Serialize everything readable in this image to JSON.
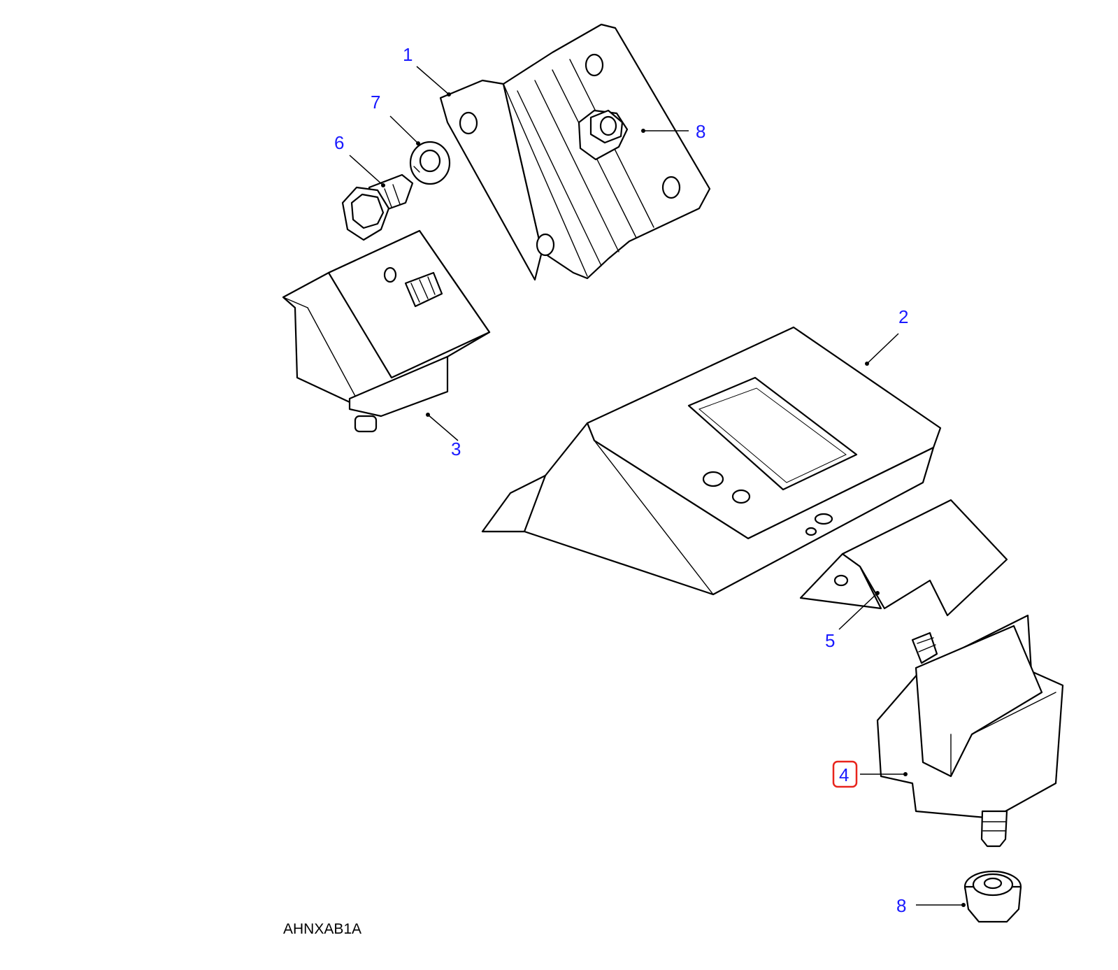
{
  "colors": {
    "callout_text": "#1a1aff",
    "line": "#000000",
    "highlight": "#e8241c",
    "background": "#ffffff"
  },
  "callouts": {
    "c1": "1",
    "c2": "2",
    "c3": "3",
    "c4": "4",
    "c5": "5",
    "c6": "6",
    "c7": "7",
    "c8_top": "8",
    "c8_bottom": "8"
  },
  "highlighted_callout": "4",
  "caption": "AHNXAB1A"
}
